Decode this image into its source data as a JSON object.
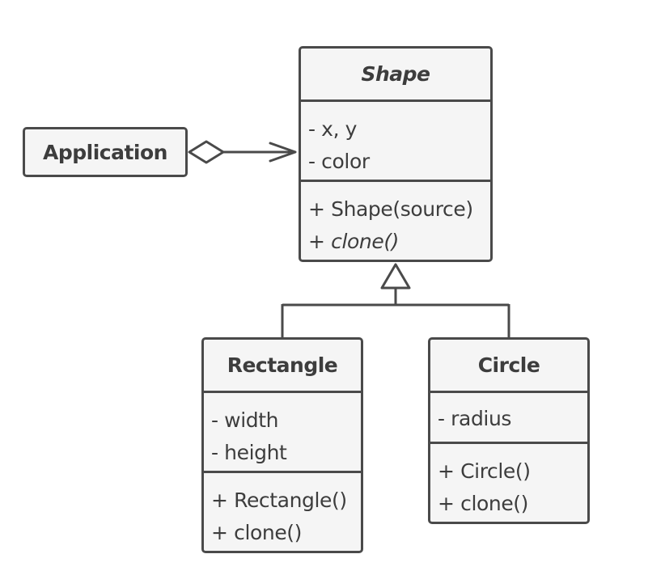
{
  "diagram": {
    "application": {
      "name": "Application"
    },
    "shape": {
      "name": "Shape",
      "attributes": [
        "- x, y",
        "- color"
      ],
      "operations": {
        "constructor": "+ Shape(source)",
        "clone_prefix": "+ ",
        "clone_name": "clone()"
      }
    },
    "rectangle": {
      "name": "Rectangle",
      "attributes": [
        "- width",
        "- height"
      ],
      "operations": [
        "+ Rectangle()",
        "+ clone()"
      ]
    },
    "circle": {
      "name": "Circle",
      "attributes": [
        "- radius"
      ],
      "operations": [
        "+ Circle()",
        "+ clone()"
      ]
    },
    "colors": {
      "stroke": "#4a4a4a",
      "fill": "#f5f5f5",
      "text": "#3d3d3d",
      "background": "#ffffff"
    }
  }
}
